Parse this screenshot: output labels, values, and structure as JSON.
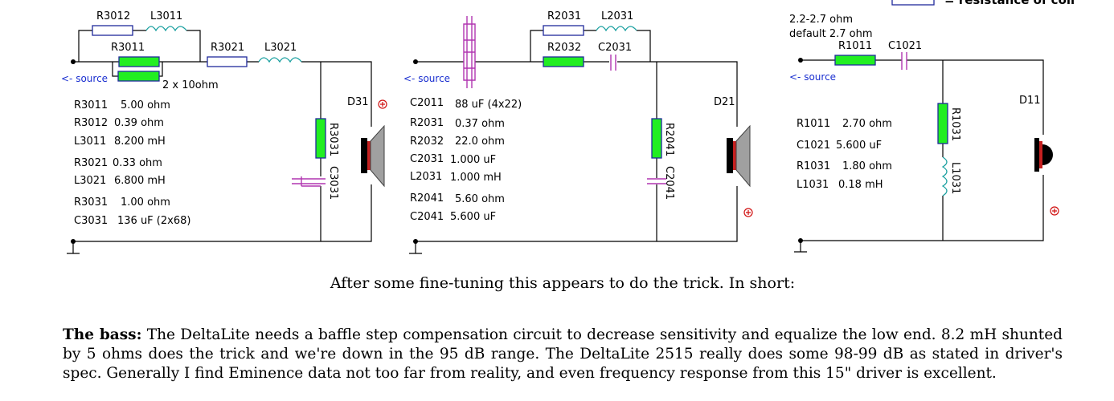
{
  "diagram": {
    "legend_text": "= resistance of coil",
    "source_label": "<- source",
    "bass": {
      "labels": {
        "r3012": "R3012",
        "l3011": "L3011",
        "r3011": "R3011",
        "r3021": "R3021",
        "l3021": "L3021",
        "r3031": "R3031",
        "c3031": "C3031",
        "driver": "D31"
      },
      "note": "2 x 10ohm",
      "values": [
        {
          "name": "R3011",
          "value": "5.00 ohm"
        },
        {
          "name": "R3012",
          "value": "0.39 ohm"
        },
        {
          "name": "L3011",
          "value": "8.200 mH"
        },
        {
          "name": "R3021",
          "value": "0.33 ohm"
        },
        {
          "name": "L3021",
          "value": "6.800 mH"
        },
        {
          "name": "R3031",
          "value": "1.00 ohm"
        },
        {
          "name": "C3031",
          "value": "136 uF (2x68)"
        }
      ]
    },
    "mid": {
      "labels": {
        "r2031": "R2031",
        "l2031": "L2031",
        "r2032": "R2032",
        "c2031": "C2031",
        "r2041": "R2041",
        "c2041": "C2041",
        "driver": "D21"
      },
      "values": [
        {
          "name": "C2011",
          "value": "88 uF (4x22)"
        },
        {
          "name": "R2031",
          "value": "0.37 ohm"
        },
        {
          "name": "R2032",
          "value": "22.0 ohm"
        },
        {
          "name": "C2031",
          "value": "1.000 uF"
        },
        {
          "name": "L2031",
          "value": "1.000 mH"
        },
        {
          "name": "R2041",
          "value": "5.60 ohm"
        },
        {
          "name": "C2041",
          "value": "5.600 uF"
        }
      ]
    },
    "tweeter": {
      "range_note": "2.2-2.7 ohm",
      "default_note": "default 2.7 ohm",
      "labels": {
        "r1011": "R1011",
        "c1021": "C1021",
        "r1031": "R1031",
        "l1031": "L1031",
        "driver": "D11"
      },
      "values": [
        {
          "name": "R1011",
          "value": "2.70 ohm"
        },
        {
          "name": "C1021",
          "value": "5.600 uF"
        },
        {
          "name": "R1031",
          "value": "1.80 ohm"
        },
        {
          "name": "L1031",
          "value": "0.18 mH"
        }
      ]
    }
  },
  "text": {
    "caption": "After some fine-tuning this appears to do the trick. In short:",
    "bass_heading": "The bass:",
    "bass_body": " The DeltaLite needs a baffle step compensation circuit to decrease sensitivity and equalize the low end. 8.2 mH shunted by 5 ohms does the trick and we're down in the 95 dB range. The DeltaLite 2515 really does some 98-99 dB as stated in driver's spec. Generally I find Eminence data not too far from reality, and even frequency response from this 15\" driver is excellent."
  }
}
